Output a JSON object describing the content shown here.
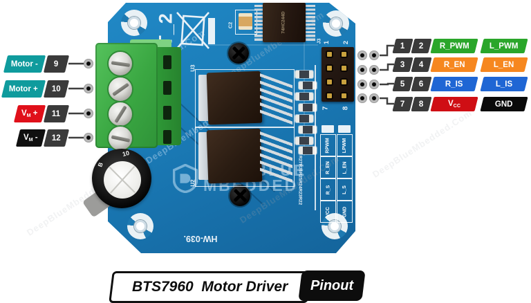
{
  "title": {
    "product": "BTS7960  Motor Driver",
    "tag": "Pinout"
  },
  "left_pins": [
    {
      "text": "Motor -",
      "pin": "9",
      "color": "#0f9b9d"
    },
    {
      "text": "Motor +",
      "pin": "10",
      "color": "#0f9b9d"
    },
    {
      "base": "V",
      "sub": "M",
      "suffix": " +",
      "pin": "11",
      "color": "#e0101a"
    },
    {
      "base": "V",
      "sub": "M",
      "suffix": " -",
      "pin": "12",
      "color": "#101010"
    }
  ],
  "right_rows": [
    {
      "pins": [
        "1",
        "2"
      ],
      "labels": [
        {
          "text": "R_PWM",
          "color": "#2aa62a"
        },
        {
          "text": "L_PWM",
          "color": "#2aa62a"
        }
      ]
    },
    {
      "pins": [
        "3",
        "4"
      ],
      "labels": [
        {
          "text": "R_EN",
          "color": "#f6871f"
        },
        {
          "text": "L_EN",
          "color": "#f6871f"
        }
      ]
    },
    {
      "pins": [
        "5",
        "6"
      ],
      "labels": [
        {
          "text": "R_IS",
          "color": "#1f66d4"
        },
        {
          "text": "L_IS",
          "color": "#1f66d4"
        }
      ]
    },
    {
      "pins": [
        "7",
        "8"
      ],
      "labels": [
        {
          "base": "V",
          "sub": "CC",
          "color": "#cf0e14"
        },
        {
          "text": "GND",
          "color": "#0a0a0a"
        }
      ]
    }
  ],
  "board": {
    "silkscreen": {
      "model": "IBT_2",
      "hw_code": "HW-039.",
      "p2": "P2",
      "u3": "U3",
      "u2": "U2",
      "j3": "J3",
      "c2": "C2",
      "resistor_refs": "R27R26R25R24R23R22",
      "plus_mark": "⊕",
      "header_top": [
        "1",
        "2"
      ],
      "header_bottom": [
        "7",
        "8"
      ],
      "pin_table_col1": [
        "RPWM",
        "R_EN",
        "R_S",
        "VCC"
      ],
      "pin_table_col2": [
        "LPWM",
        "L_EN",
        "L_S",
        "GND"
      ]
    },
    "ic_label": "74HC244D",
    "cap_markings": [
      "10",
      "B"
    ]
  },
  "watermarks": {
    "site": "DeepBlueMbedded.Com",
    "logo_line1": "DEEPBLUE",
    "logo_line2": "MBEDDED"
  }
}
